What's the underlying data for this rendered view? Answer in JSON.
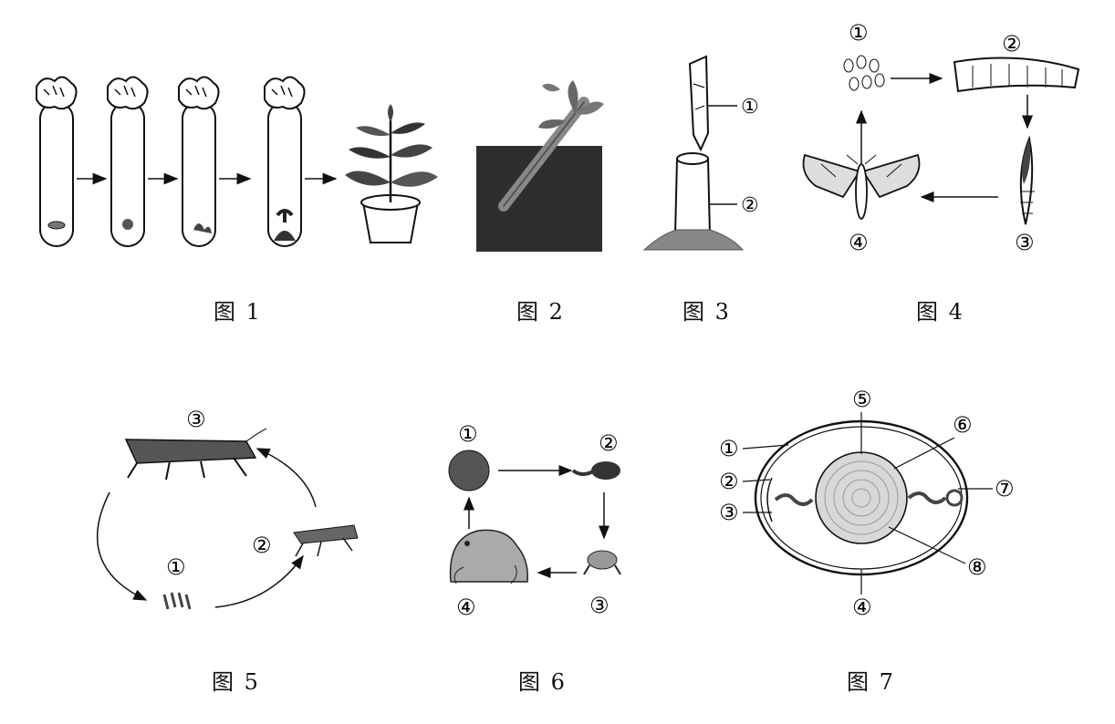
{
  "captions": {
    "fig1": "图 1",
    "fig2": "图 2",
    "fig3": "图 3",
    "fig4": "图 4",
    "fig5": "图 5",
    "fig6": "图 6",
    "fig7": "图 7"
  },
  "markers": {
    "m1": "①",
    "m2": "②",
    "m3": "③",
    "m4": "④",
    "m5": "⑤",
    "m6": "⑥",
    "m7": "⑦",
    "m8": "⑧"
  }
}
